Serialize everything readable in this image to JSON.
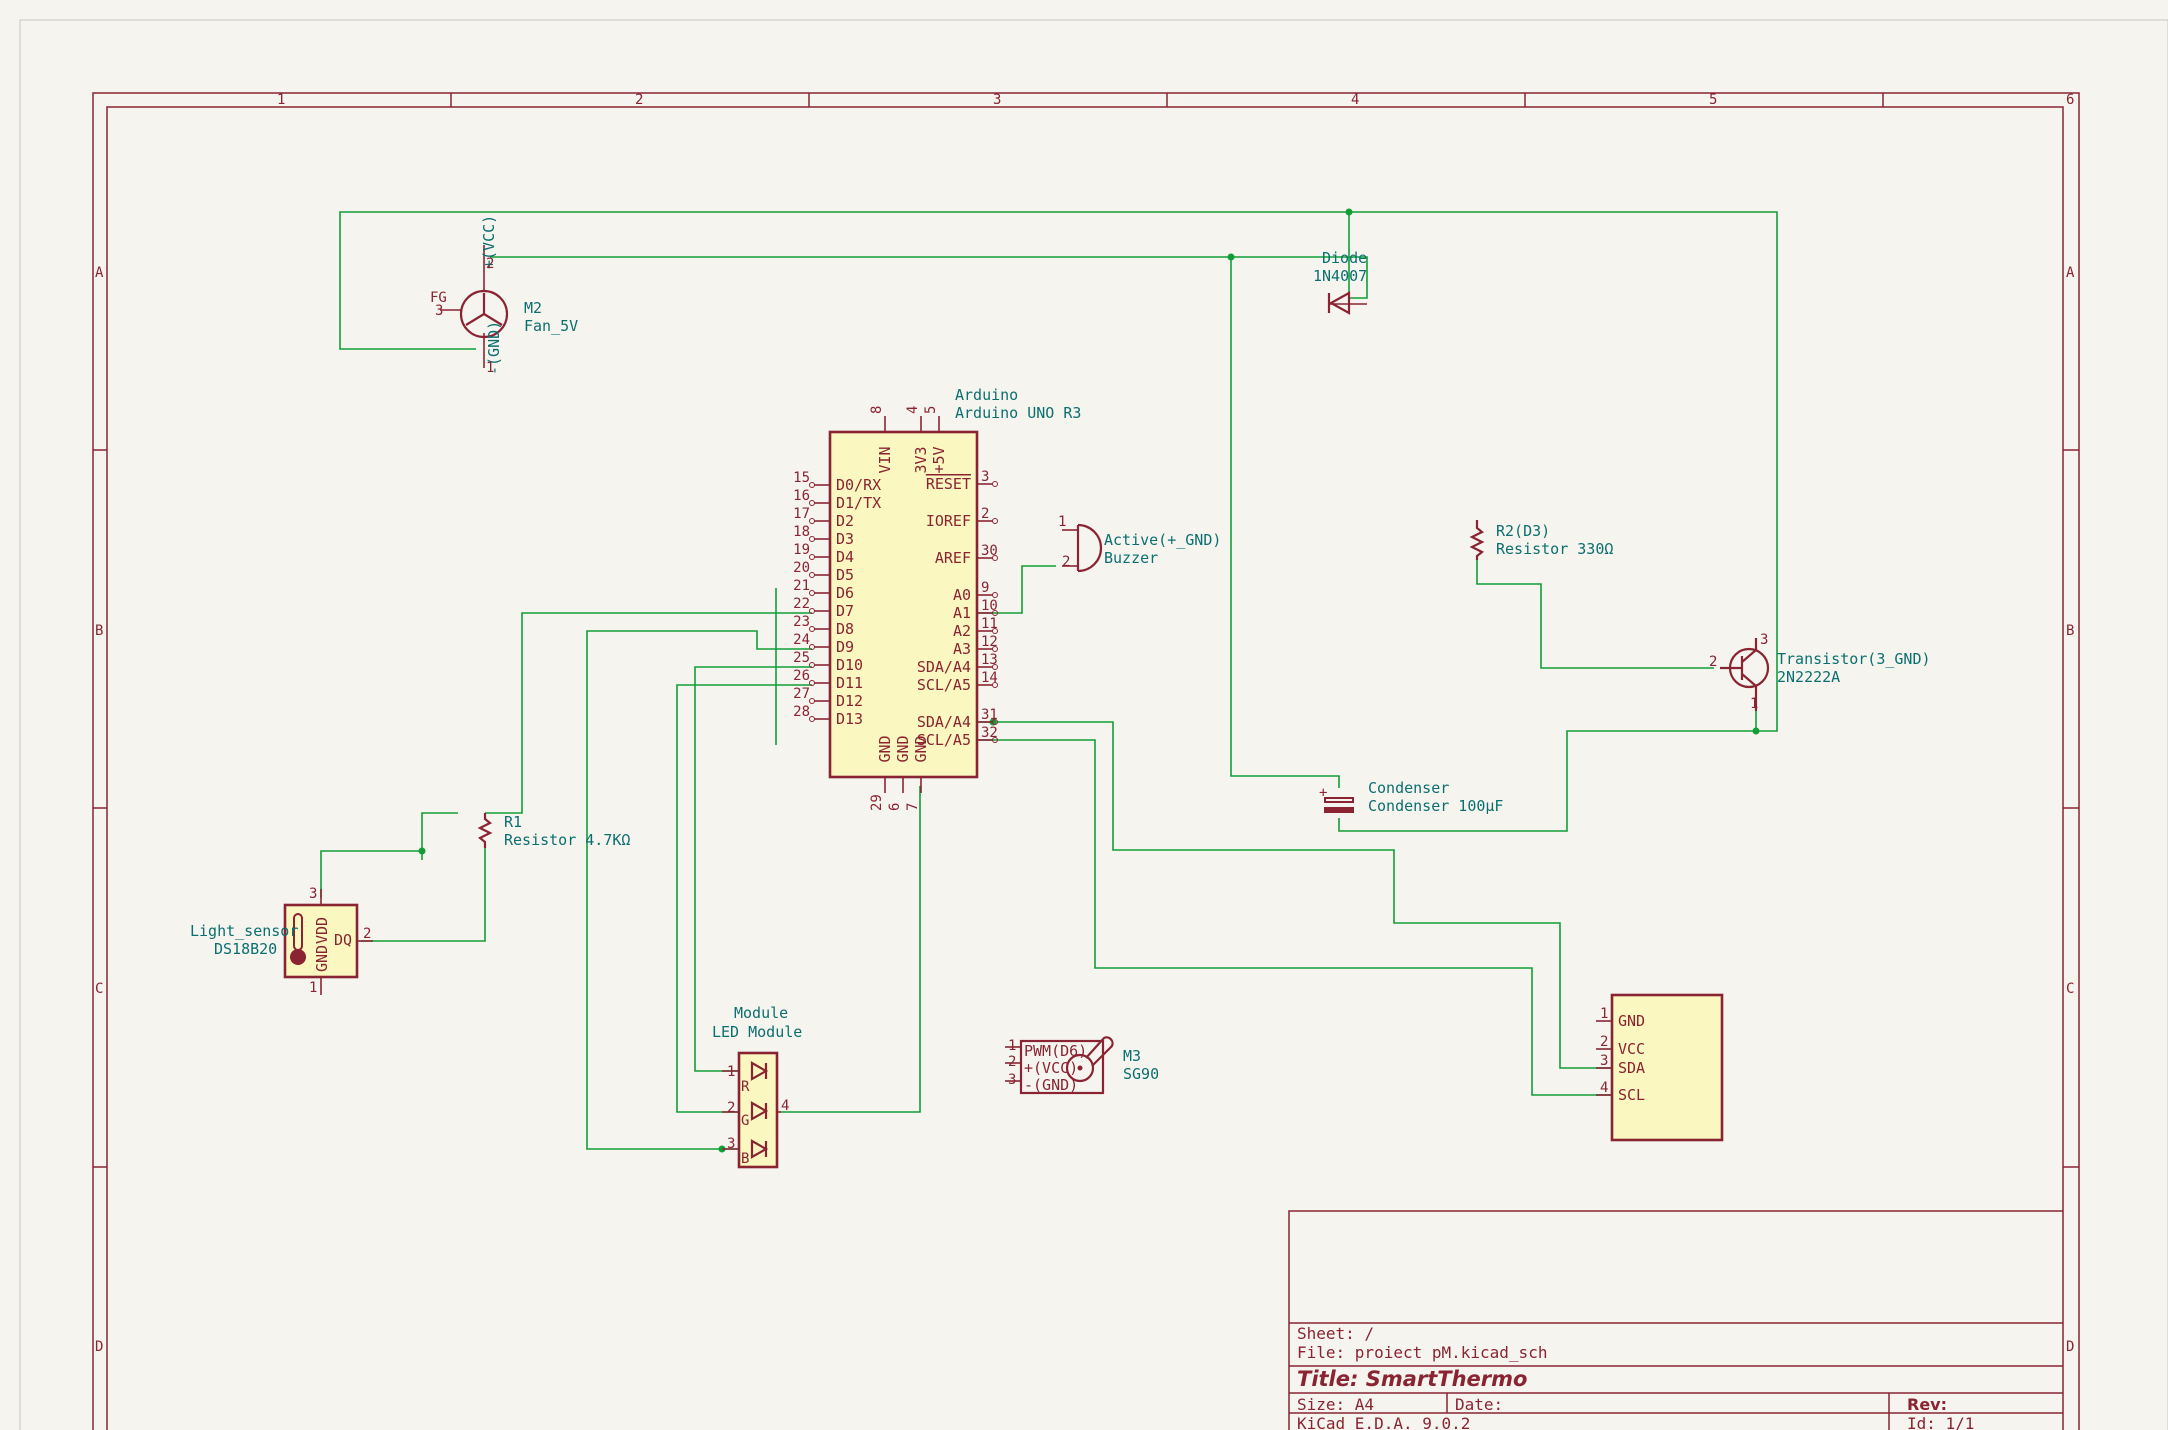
{
  "frame": {
    "columns": [
      "1",
      "2",
      "3",
      "4",
      "5",
      "6"
    ],
    "rows": [
      "A",
      "B",
      "C",
      "D"
    ]
  },
  "components": {
    "fan": {
      "ref": "M2",
      "value": "Fan_5V",
      "pin_vcc": "+(VCC)",
      "pin_gnd": "-(GND)",
      "pin_fg": "FG",
      "n2": "2",
      "n1": "1",
      "n3": "3"
    },
    "diode": {
      "ref": "Diode",
      "value": "1N4007"
    },
    "arduino": {
      "ref": "Arduino",
      "value": "Arduino UNO R3",
      "top_pins": [
        {
          "num": "8",
          "name": "VIN"
        },
        {
          "num": "4",
          "name": "3V3"
        },
        {
          "num": "5",
          "name": "+5V"
        }
      ],
      "left_pins": [
        {
          "num": "15",
          "name": "D0/RX"
        },
        {
          "num": "16",
          "name": "D1/TX"
        },
        {
          "num": "17",
          "name": "D2"
        },
        {
          "num": "18",
          "name": "D3"
        },
        {
          "num": "19",
          "name": "D4"
        },
        {
          "num": "20",
          "name": "D5"
        },
        {
          "num": "21",
          "name": "D6"
        },
        {
          "num": "22",
          "name": "D7"
        },
        {
          "num": "23",
          "name": "D8"
        },
        {
          "num": "24",
          "name": "D9"
        },
        {
          "num": "25",
          "name": "D10"
        },
        {
          "num": "26",
          "name": "D11"
        },
        {
          "num": "27",
          "name": "D12"
        },
        {
          "num": "28",
          "name": "D13"
        }
      ],
      "right_pins": [
        {
          "num": "3",
          "name": "RESET"
        },
        {
          "num": "2",
          "name": "IOREF"
        },
        {
          "num": "30",
          "name": "AREF"
        },
        {
          "num": "9",
          "name": "A0"
        },
        {
          "num": "10",
          "name": "A1"
        },
        {
          "num": "11",
          "name": "A2"
        },
        {
          "num": "12",
          "name": "A3"
        },
        {
          "num": "13",
          "name": "SDA/A4"
        },
        {
          "num": "14",
          "name": "SCL/A5"
        },
        {
          "num": "31",
          "name": "SDA/A4"
        },
        {
          "num": "32",
          "name": "SCL/A5"
        }
      ],
      "bottom_pins": [
        {
          "num": "29",
          "name": "GND"
        },
        {
          "num": "6",
          "name": "GND"
        },
        {
          "num": "7",
          "name": "GND"
        }
      ]
    },
    "buzzer": {
      "ref": "Active(+_GND)",
      "value": "Buzzer",
      "n1": "1",
      "n2": "2"
    },
    "r2": {
      "ref": "R2(D3)",
      "value": "Resistor 330Ω"
    },
    "transistor": {
      "ref": "Transistor(3_GND)",
      "value": "2N2222A",
      "n1": "1",
      "n2": "2",
      "n3": "3"
    },
    "condenser": {
      "ref": "Condenser",
      "value": "Condenser 100µF"
    },
    "r1": {
      "ref": "R1",
      "value": "Resistor 4.7KΩ"
    },
    "sensor": {
      "ref": "Light_sensor",
      "value": "DS18B20",
      "vdd": "VDD",
      "gnd": "GND",
      "dq": "DQ",
      "n1": "1",
      "n2": "2",
      "n3": "3"
    },
    "led": {
      "ref": "Module",
      "value": "LED Module",
      "n1": "1",
      "n2": "2",
      "n3": "3",
      "n4": "4",
      "r": "R",
      "g": "G",
      "b": "B"
    },
    "servo": {
      "ref": "M3",
      "value": "SG90",
      "p1": "PWM(D6)",
      "p2": "+(VCC)",
      "p3": "-(GND)",
      "n1": "1",
      "n2": "2",
      "n3": "3"
    },
    "lcd": {
      "pins": [
        {
          "num": "1",
          "name": "GND"
        },
        {
          "num": "2",
          "name": "VCC"
        },
        {
          "num": "3",
          "name": "SDA"
        },
        {
          "num": "4",
          "name": "SCL"
        }
      ]
    }
  },
  "title_block": {
    "sheet": "Sheet: /",
    "file": "File: proiect pM.kicad_sch",
    "title": "Title: SmartThermo",
    "size": "Size: A4",
    "date": "Date:",
    "rev": "Rev:",
    "tool": "KiCad E.D.A. 9.0.2",
    "id": "Id: 1/1"
  }
}
